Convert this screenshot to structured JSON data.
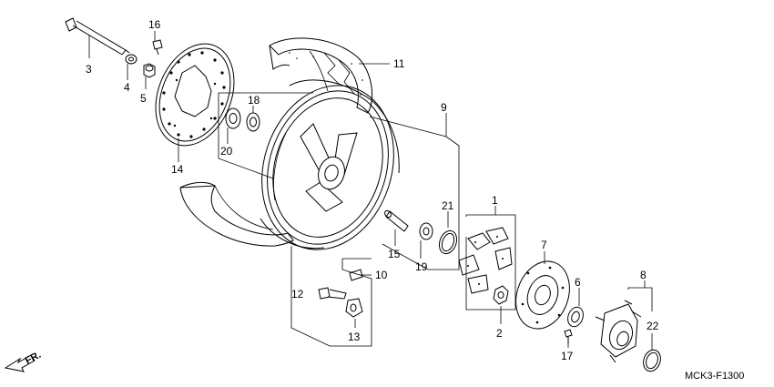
{
  "diagram": {
    "code": "MCK3-F1300",
    "direction_label": "FR.",
    "callouts": [
      {
        "id": "c1",
        "label": "1"
      },
      {
        "id": "c2",
        "label": "2"
      },
      {
        "id": "c3",
        "label": "3"
      },
      {
        "id": "c4",
        "label": "4"
      },
      {
        "id": "c5",
        "label": "5"
      },
      {
        "id": "c6",
        "label": "6"
      },
      {
        "id": "c7",
        "label": "7"
      },
      {
        "id": "c8",
        "label": "8"
      },
      {
        "id": "c9",
        "label": "9"
      },
      {
        "id": "c10",
        "label": "10"
      },
      {
        "id": "c11",
        "label": "11"
      },
      {
        "id": "c12",
        "label": "12"
      },
      {
        "id": "c13",
        "label": "13"
      },
      {
        "id": "c14",
        "label": "14"
      },
      {
        "id": "c15",
        "label": "15"
      },
      {
        "id": "c16",
        "label": "16"
      },
      {
        "id": "c17",
        "label": "17"
      },
      {
        "id": "c18",
        "label": "18"
      },
      {
        "id": "c19",
        "label": "19"
      },
      {
        "id": "c20",
        "label": "20"
      },
      {
        "id": "c21",
        "label": "21"
      },
      {
        "id": "c22",
        "label": "22"
      }
    ]
  }
}
